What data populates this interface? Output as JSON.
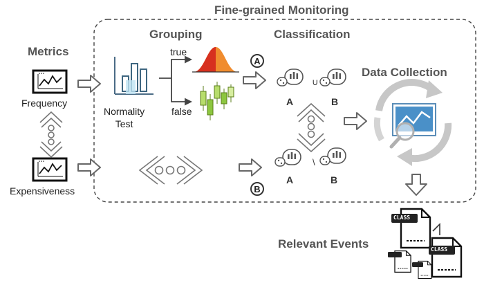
{
  "title": "Fine-grained Monitoring",
  "metrics": {
    "heading": "Metrics",
    "frequency": "Frequency",
    "expensiveness": "Expensiveness"
  },
  "grouping": {
    "heading": "Grouping",
    "test": "Normality\nTest",
    "true_label": "true",
    "false_label": "false"
  },
  "classification": {
    "heading": "Classification",
    "marker_a": "A",
    "marker_b": "B",
    "set_a": "A",
    "set_b": "B",
    "union_op": "∪",
    "diff_op": "\\"
  },
  "data_collection": {
    "heading": "Data Collection"
  },
  "events": {
    "heading": "Relevant Events",
    "file_tag": "CLASS"
  },
  "colors": {
    "dashed_border": "#444444",
    "arrow_fill": "#ffffff",
    "arrow_stroke": "#666666",
    "bell_red": "#d7301f",
    "bell_orange": "#f08c2e",
    "candle_green": "#8cc63f",
    "monitor_blue": "#4a90c8",
    "cycle_gray": "#c7c7c7"
  }
}
